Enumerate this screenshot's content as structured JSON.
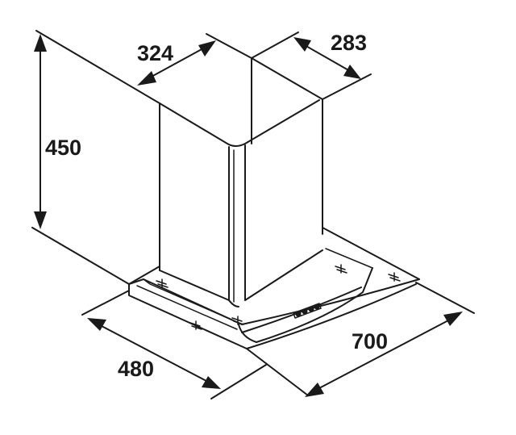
{
  "dimensions": {
    "chimney_width": "324",
    "chimney_depth": "283",
    "height": "450",
    "hood_depth": "480",
    "hood_width": "700"
  },
  "colors": {
    "ink": "#1a1a1a",
    "background": "#ffffff"
  }
}
